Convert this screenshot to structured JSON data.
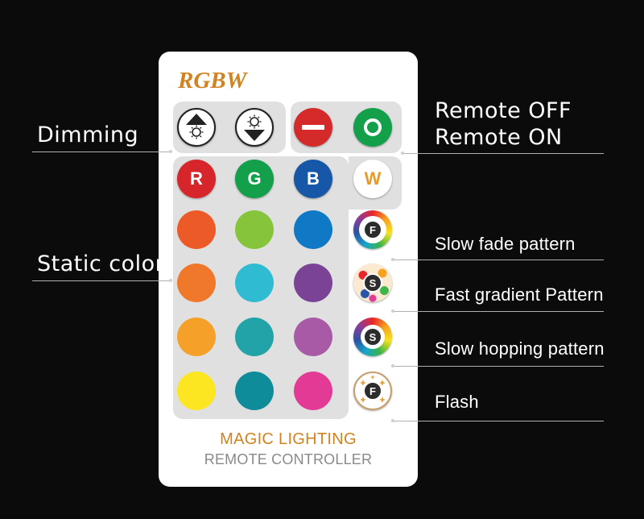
{
  "remote": {
    "brand": "RGBW",
    "footer_line1": "MAGIC LIGHTING",
    "footer_line2": "REMOTE CONTROLLER",
    "top_buttons": [
      {
        "name": "brightness-up-button",
        "icon": "brightness-up-icon"
      },
      {
        "name": "brightness-down-button",
        "icon": "brightness-down-icon"
      },
      {
        "name": "off-button",
        "icon": "power-off-icon",
        "color": "#d42a2a"
      },
      {
        "name": "on-button",
        "icon": "power-on-icon",
        "color": "#14a04a"
      }
    ],
    "channel_buttons": [
      {
        "label": "R",
        "color": "#d7262b"
      },
      {
        "label": "G",
        "color": "#14a04a"
      },
      {
        "label": "B",
        "color": "#1757a8"
      },
      {
        "label": "W",
        "color": "#ffffff",
        "text_color": "#e89a2a"
      }
    ],
    "color_grid": [
      [
        "#ec5a27",
        "#86c43c",
        "#0f79c5"
      ],
      [
        "#f0782a",
        "#2fbbd2",
        "#7a4396"
      ],
      [
        "#f5a028",
        "#21a3a7",
        "#a95aa6"
      ],
      [
        "#fbe621",
        "#0f8c9a",
        "#e23a95"
      ]
    ],
    "mode_buttons": [
      {
        "letter": "F",
        "name": "fade-button"
      },
      {
        "letter": "S",
        "name": "gradient-button"
      },
      {
        "letter": "S",
        "name": "hop-button"
      },
      {
        "letter": "F",
        "name": "flash-button"
      }
    ]
  },
  "callouts": {
    "dimming": "Dimming",
    "remote_off": "Remote OFF",
    "remote_on": "Remote ON",
    "static_color": "Static color",
    "slow_fade": "Slow fade pattern",
    "fast_gradient": "Fast gradient Pattern",
    "slow_hopping": "Slow hopping pattern",
    "flash": "Flash"
  }
}
